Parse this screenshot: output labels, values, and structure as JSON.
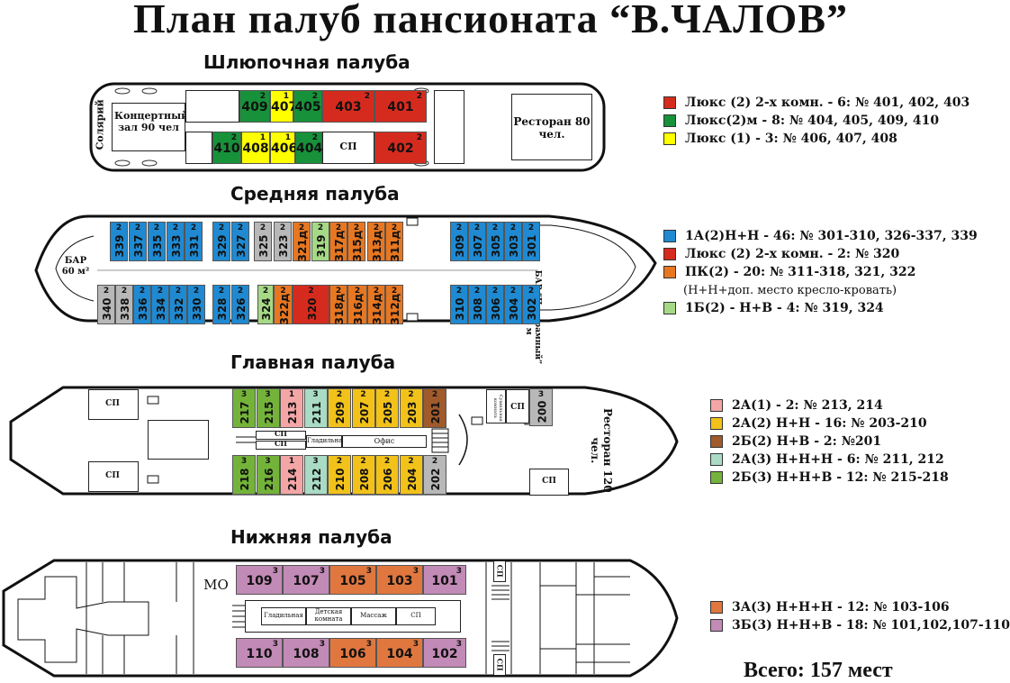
{
  "title": "План палуб пансионата  “В.ЧАЛОВ”",
  "colors": {
    "lux2": "#d52b1e",
    "lux2m": "#17913a",
    "lux1": "#ffff00",
    "a2nn": "#1f8ad2",
    "pk2": "#e87722",
    "b1": "#a6d985",
    "a1": "#f4a6a6",
    "a2": "#f2c21b",
    "b2": "#a05a2c",
    "a3": "#a9dbc5",
    "b3": "#74b33a",
    "lower_a3": "#e0773f",
    "lower_b3": "#c28ab6",
    "gray": "#b8b8b8"
  },
  "decks": {
    "boat": {
      "title": "Шлюпочная палуба",
      "labels": {
        "solarium": "Солярий",
        "hall": "Концертный зал 90 чел",
        "restaurant": "Ресторан 80 чел.",
        "sp": "СП"
      },
      "rooms_top": [
        {
          "no": "409",
          "cap": "2"
        },
        {
          "no": "407",
          "cap": "1"
        },
        {
          "no": "405",
          "cap": "2"
        },
        {
          "no": "403",
          "cap": "2"
        },
        {
          "no": "401",
          "cap": "2"
        }
      ],
      "rooms_bottom": [
        {
          "no": "410",
          "cap": "2"
        },
        {
          "no": "408",
          "cap": "1"
        },
        {
          "no": "406",
          "cap": "1"
        },
        {
          "no": "404",
          "cap": "2"
        },
        {
          "no": "402",
          "cap": "2"
        }
      ],
      "legend": [
        {
          "color": "#d52b1e",
          "text": "Люкс (2) 2-х комн. - 6: № 401, 402, 403"
        },
        {
          "color": "#17913a",
          "text": "Люкс(2)м - 8: № 404, 405, 409, 410"
        },
        {
          "color": "#ffff00",
          "text": "Люкс (1) - 3: № 406, 407, 408"
        }
      ]
    },
    "middle": {
      "title": "Средняя палуба",
      "labels": {
        "bar": "БАР 60 м²",
        "bar2": "БАР “Панорамный” 52,48 м"
      },
      "rooms_top": [
        "339",
        "337",
        "335",
        "333",
        "331",
        "329",
        "327",
        "325",
        "323",
        "321д",
        "319",
        "317д",
        "315д",
        "313д",
        "311д",
        "309",
        "307",
        "305",
        "303",
        "301"
      ],
      "rooms_bottom": [
        "340",
        "338",
        "336",
        "334",
        "332",
        "330",
        "328",
        "326",
        "324",
        "322д",
        "320",
        "318д",
        "316д",
        "314д",
        "312д",
        "310",
        "308",
        "306",
        "304",
        "302"
      ],
      "cap": "2",
      "legend": [
        {
          "color": "#1f8ad2",
          "text": "1А(2)Н+Н - 46: № 301-310, 326-337, 339"
        },
        {
          "color": "#d52b1e",
          "text": "Люкс (2) 2-х комн. - 2: № 320"
        },
        {
          "color": "#e87722",
          "text": "ПК(2) - 20: № 311-318, 321, 322"
        },
        {
          "color": "",
          "text": "(Н+Н+доп. место кресло-кровать)"
        },
        {
          "color": "#a6d985",
          "text": "1Б(2) - Н+В - 4: № 319, 324"
        }
      ]
    },
    "main": {
      "title": "Главная палуба",
      "labels": {
        "sp": "СП",
        "ironing": "Гладильная",
        "office": "Офис",
        "restaurant": "Ресторан 120 чел.",
        "ironing2": "Сушильная комната"
      },
      "rooms_top": [
        {
          "no": "217",
          "cap": "3"
        },
        {
          "no": "215",
          "cap": "3"
        },
        {
          "no": "213",
          "cap": "1"
        },
        {
          "no": "211",
          "cap": "3"
        },
        {
          "no": "209",
          "cap": "2"
        },
        {
          "no": "207",
          "cap": "2"
        },
        {
          "no": "205",
          "cap": "2"
        },
        {
          "no": "203",
          "cap": "2"
        },
        {
          "no": "201",
          "cap": "2"
        }
      ],
      "rooms_bottom": [
        {
          "no": "218",
          "cap": "3"
        },
        {
          "no": "216",
          "cap": "3"
        },
        {
          "no": "214",
          "cap": "1"
        },
        {
          "no": "212",
          "cap": "3"
        },
        {
          "no": "210",
          "cap": "2"
        },
        {
          "no": "208",
          "cap": "2"
        },
        {
          "no": "206",
          "cap": "2"
        },
        {
          "no": "204",
          "cap": "2"
        },
        {
          "no": "202",
          "cap": "2"
        }
      ],
      "room_200": {
        "no": "200",
        "cap": "3"
      },
      "legend": [
        {
          "color": "#f4a6a6",
          "text": "2А(1) - 2: № 213, 214"
        },
        {
          "color": "#f2c21b",
          "text": "2А(2) Н+Н - 16: № 203-210"
        },
        {
          "color": "#a05a2c",
          "text": "2Б(2) Н+В - 2: №201"
        },
        {
          "color": "#a9dbc5",
          "text": "2А(3) Н+Н+Н - 6: № 211, 212"
        },
        {
          "color": "#74b33a",
          "text": "2Б(3) Н+Н+В - 12: № 215-218"
        }
      ]
    },
    "lower": {
      "title": "Нижняя палуба",
      "labels": {
        "mo": "МО",
        "ironing": "Гладильная",
        "kids": "Детская комната",
        "massage": "Массаж",
        "sp": "СП"
      },
      "rooms_top": [
        {
          "no": "109",
          "cap": "3"
        },
        {
          "no": "107",
          "cap": "3"
        },
        {
          "no": "105",
          "cap": "3"
        },
        {
          "no": "103",
          "cap": "3"
        },
        {
          "no": "101",
          "cap": "3"
        }
      ],
      "rooms_bottom": [
        {
          "no": "110",
          "cap": "3"
        },
        {
          "no": "108",
          "cap": "3"
        },
        {
          "no": "106",
          "cap": "3"
        },
        {
          "no": "104",
          "cap": "3"
        },
        {
          "no": "102",
          "cap": "3"
        }
      ],
      "legend": [
        {
          "color": "#e0773f",
          "text": "3А(3) Н+Н+Н - 12: № 103-106"
        },
        {
          "color": "#c28ab6",
          "text": "3Б(3) Н+Н+В - 18: № 101,102,107-110"
        }
      ]
    }
  },
  "total": "Всего: 157 мест"
}
